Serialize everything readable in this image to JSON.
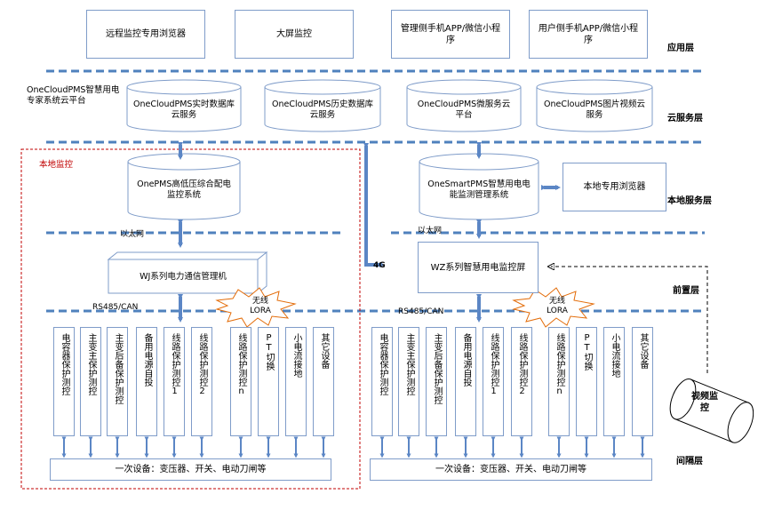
{
  "layers": {
    "app": "应用层",
    "cloud": "云服务层",
    "local_service": "本地服务层",
    "front": "前置层",
    "bay": "间隔层"
  },
  "apps": [
    "远程监控专用浏览器",
    "大屏监控",
    "管理侧手机APP/微信小程序",
    "用户侧手机APP/微信小程序"
  ],
  "cloud_platform": "OneCloudPMS智慧用电专家系统云平台",
  "cloud_services": [
    "OneCloudPMS实时数据库云服务",
    "OneCloudPMS历史数据库云服务",
    "OneCloudPMS微服务云平台",
    "OneCloudPMS图片视频云服务"
  ],
  "local_monitor": "本地监控",
  "left": {
    "system": "OnePMS高低压综合配电监控系统",
    "ethernet": "以太网",
    "comm_manager": "WJ系列电力通信管理机",
    "bus": "RS485/CAN",
    "wireless": "无线LORA",
    "devices": [
      "电容器保护测控",
      "主变主保护测控",
      "主变后备保护测控",
      "备用电源自投",
      "线路保护测控1",
      "线路保护测控2",
      "线路保护测控n",
      "PT切换",
      "小电流接地",
      "其它设备"
    ],
    "primary": "一次设备：变压器、开关、电动刀闸等"
  },
  "right": {
    "system": "OneSmartPMS智慧用电电能监测管理系统",
    "browser": "本地专用浏览器",
    "ethernet": "以太网",
    "fourg": "4G",
    "screen": "WZ系列智慧用电监控屏",
    "bus": "RS485/CAN",
    "wireless": "无线LORA",
    "devices": [
      "电容器保护测控",
      "主变主保护测控",
      "主变后备保护测控",
      "备用电源自投",
      "线路保护测控1",
      "线路保护测控2",
      "线路保护测控n",
      "PT切换",
      "小电流接地",
      "其它设备"
    ],
    "primary": "一次设备：变压器、开关、电动刀闸等"
  },
  "video": "视频监控",
  "colors": {
    "dash": "#4f81bd",
    "arrow": "#5b86c5",
    "border": "#7f9cc9",
    "local_frame": "#c00000",
    "burst": "#e36c09"
  }
}
